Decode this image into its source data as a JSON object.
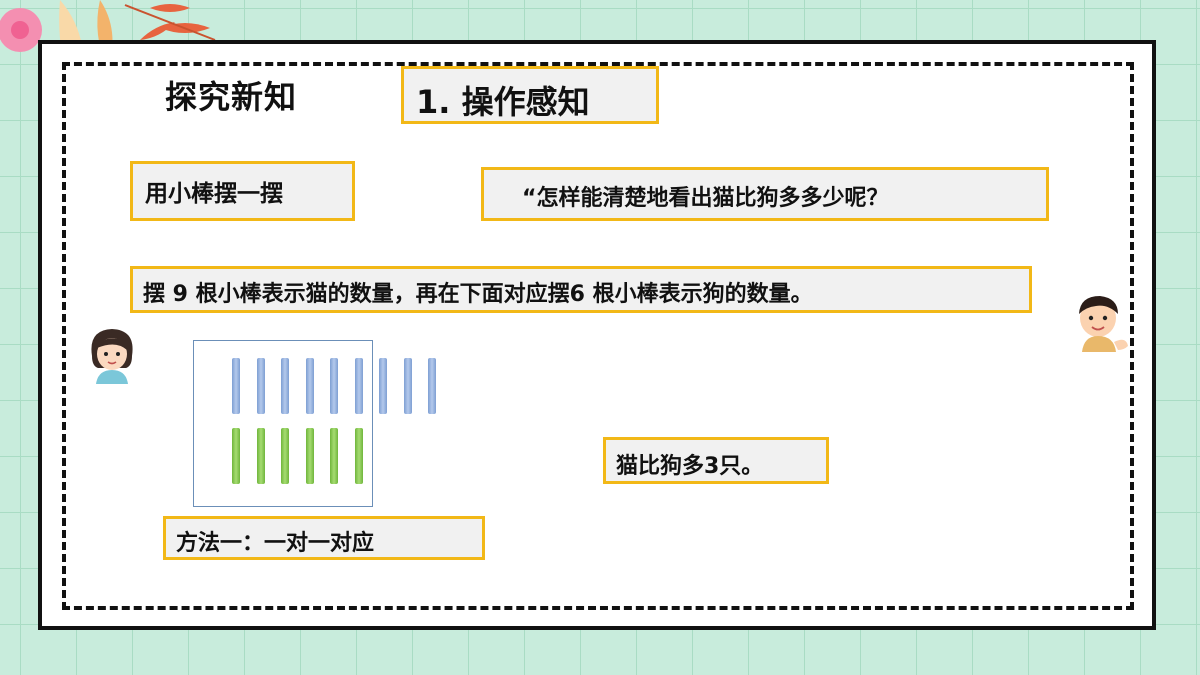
{
  "section_title": "探究新知",
  "title_box": "1. 操作感知",
  "task_label": "用小棒摆一摆",
  "question": "“怎样能清楚地看出猫比狗多多少呢？",
  "instruction": "摆 9 根小棒表示猫的数量，再在下面对应摆6 根小棒表示狗的数量。",
  "result": "猫比狗多3只。",
  "method": "方法一：一对一对应",
  "sticks": {
    "cat_count": 9,
    "dog_count": 6,
    "cat_color": "#8fb0e0",
    "dog_color": "#8cc84b"
  },
  "colors": {
    "background": "#c8ecdc",
    "box_border": "#f2b817",
    "box_fill": "#f1f1f1"
  }
}
